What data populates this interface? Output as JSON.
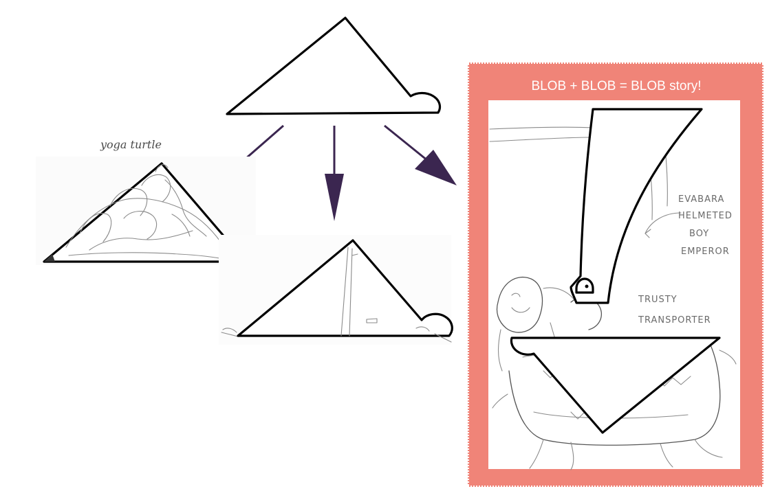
{
  "colors": {
    "frame": "#f08478",
    "arrow": "#3b2650",
    "outline": "#000000"
  },
  "sketch_labels": {
    "turtle": "yoga turtle"
  },
  "panel": {
    "title": "BLOB + BLOB = BLOB story!",
    "notes": {
      "emperor": [
        "EVABARA",
        "HELMETED",
        "BOY",
        "EMPEROR"
      ],
      "transporter": [
        "TRUSTY",
        "TRANSPORTER"
      ]
    }
  }
}
